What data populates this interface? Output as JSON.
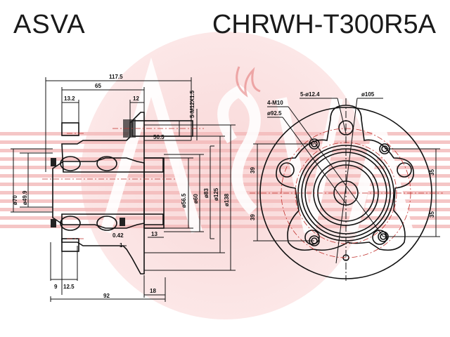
{
  "header": {
    "brand": "ASVA",
    "part_number": "CHRWH-T300R5A"
  },
  "watermark": {
    "text": "ASVA",
    "color": "#e8383d"
  },
  "side_view": {
    "dims": {
      "overall_length": "117.5",
      "flange_to_end": "65",
      "left_width": "13.2",
      "flange_thickness": "12",
      "stud_thread": "5-M12X1.5",
      "stud_length": "50.5",
      "d_outer_seal": "ø70",
      "d_inner": "ø49.9",
      "d_pilot": "ø56.5",
      "d_60": "ø60",
      "d_83": "ø83",
      "d_125": "ø125",
      "d_138": "ø138",
      "step_13": "13",
      "gap_1": "1",
      "gap_042": "0.42",
      "bottom_9": "9",
      "bottom_12_5": "12.5",
      "bottom_92": "92",
      "bottom_18": "18"
    }
  },
  "front_view": {
    "dims": {
      "holes": "5-ø12.4",
      "pcd": "ø105",
      "mount_threads": "4-M10",
      "d_92_5": "ø92.5",
      "left_upper": "39",
      "left_lower": "39",
      "right_upper": "35",
      "right_lower": "35"
    }
  }
}
